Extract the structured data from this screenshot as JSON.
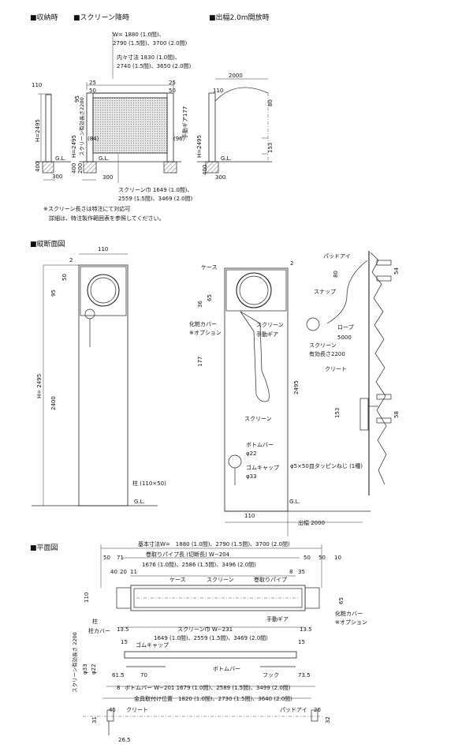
{
  "sections": {
    "stored": "■収納時",
    "lowered": "■スクリーン降時",
    "open2m": "■出幅2.0m開放時",
    "vertical": "■縦断面図",
    "plan": "■平面図"
  },
  "elevation": {
    "w_line1": "W= 1880 (1.0間)、",
    "w_line2": "2790 (1.5間)、3700 (2.0間)",
    "inner_line1": "内々寸法 1830 (1.0間)、",
    "inner_line2": "2740 (1.5間)、3650 (2.0間)",
    "d110": "110",
    "d25": "25",
    "d50": "50",
    "d95": "95",
    "h2495": "H=2495",
    "d400": "400",
    "d200": "200",
    "gl": "G.L.",
    "d300": "300",
    "d84": "(84)",
    "d96": "(96)",
    "eff_len": "スクリーン有効長さ2200",
    "gear": "手動ギア",
    "d177": "177",
    "d2000": "2000",
    "d80": "80",
    "d153": "153",
    "screen_w1": "スクリーン巾 1649 (1.0間)、",
    "screen_w2": "2559 (1.5間)、3469 (2.0間)",
    "note1": "※スクリーン長さは特注にて対応可",
    "note2": "詳細は、特注製作範囲表を参照してください。"
  },
  "vertical": {
    "d110": "110",
    "d2": "2",
    "d50": "50",
    "d95": "95",
    "h2495": "H= 2495",
    "d2400": "2400",
    "post": "柱 (110×50)",
    "gl": "G.L.",
    "case": "ケース",
    "d36": "36",
    "d65": "65",
    "cover": "化粧カバー",
    "cover_opt": "※オプション",
    "screen": "スクリーン",
    "gear": "手動ギア",
    "d177": "177",
    "d2495": "2495",
    "bottom_bar": "ボトムバー",
    "phi22": "φ22",
    "rubber_cap": "ゴムキャップ",
    "phi33": "φ33",
    "screw": "φ5×50皿タッピンねじ (1種)",
    "out_110": "110",
    "out_label": "出幅 2000",
    "pad_eye": "パッドアイ",
    "snap": "スナップ",
    "rope": "ロープ",
    "rope_len": "5000",
    "eff_len1": "スクリーン",
    "eff_len2": "有効長さ2200",
    "cleat": "クリート",
    "d80": "80",
    "d54": "54",
    "d153": "153",
    "d58": "58"
  },
  "plan": {
    "base_w": "基本寸法W=　1880 (1.0間)、2790 (1.5間)、3700 (2.0間)",
    "pipe": "巻取りパイプ長 (切断長) W−204",
    "pipe_vals": "1676 (1.0間)、2586 (1.5間)、3496 (2.0間)",
    "d50": "50",
    "d71": "71",
    "d40": "40",
    "d20": "20",
    "d11": "11",
    "d8": "8",
    "d35": "35",
    "d10": "10",
    "case": "ケース",
    "screen": "スクリーン",
    "pipe_lbl": "巻取りパイプ",
    "d110": "110",
    "d65": "65",
    "post": "柱",
    "post_cover": "柱カバー",
    "gear": "手動ギア",
    "cover": "化粧カバー",
    "cover_opt": "※オプション",
    "d13_5": "13.5",
    "screen_w": "スクリーン巾 W−231",
    "screen_vals": "1649 (1.0間)、2559 (1.5間)、3469 (2.0間)",
    "d15": "15",
    "rubber_cap": "ゴムキャップ",
    "eff_len": "スクリーン有効長さ 2200",
    "phi33": "φ33",
    "phi22": "φ22",
    "d61_5": "61.5",
    "d70": "70",
    "d73_5": "73.5",
    "bottom_bar": "ボトムバー",
    "hook": "フック",
    "bar_len": "ボトムバー W−201 1679 (1.0間)、2589 (1.5間)、3499 (2.0間)",
    "bracket": "金具取付け位置　1820 (1.0間)、2730 (1.5間)、3640 (2.0間)",
    "d45": "45",
    "cleat": "クリート",
    "pad_eye": "パッドアイ",
    "d26": "26",
    "d31": "31",
    "d32": "32",
    "d26_5": "26.5"
  }
}
